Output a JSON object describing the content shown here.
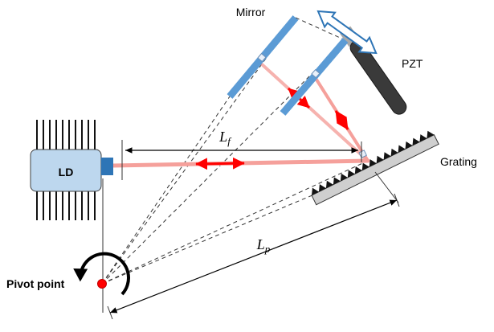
{
  "figure": {
    "labels": {
      "mirror": "Mirror",
      "pzt": "PZT",
      "ld": "LD",
      "grating": "Grating",
      "pivot_point": "Pivot point",
      "length_f": {
        "base": "L",
        "sub": "f"
      },
      "length_p": {
        "base": "L",
        "sub": "p"
      }
    },
    "colors": {
      "mirror": "#5B9BD5",
      "ld_body": "#BDD7EE",
      "ld_coupler": "#2E75B6",
      "beam": "#F5A09B",
      "beam_arrow": "#FF0000",
      "pzt_body": "#3A3A3A",
      "pzt_mount": "#A8A8A8",
      "grating_fill": "#CFCFCF",
      "grating_teeth": "#141414",
      "pivot_dot": "#FF0000",
      "pzt_arrow": "#2E75B6",
      "dash": "#333333"
    },
    "icons": {
      "pivot_rotation": "curved-arrow",
      "pzt_motion": "double-headed-outline-arrow",
      "beam_direction": "double-headed-red-arrow"
    }
  }
}
